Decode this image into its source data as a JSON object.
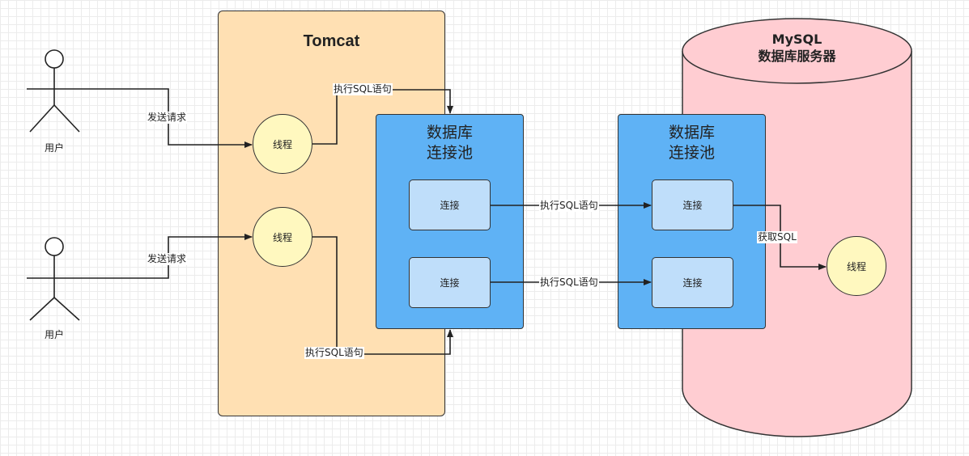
{
  "users": [
    {
      "label": "用户"
    },
    {
      "label": "用户"
    }
  ],
  "tomcat": {
    "title": "Tomcat"
  },
  "threads": [
    {
      "label": "线程"
    },
    {
      "label": "线程"
    },
    {
      "label": "线程"
    }
  ],
  "pools": [
    {
      "title": "数据库\n连接池",
      "connections": [
        "连接",
        "连接"
      ]
    },
    {
      "title": "数据库\n连接池",
      "connections": [
        "连接",
        "连接"
      ]
    }
  ],
  "mysql": {
    "title": "MySQL\n数据库服务器"
  },
  "edges": {
    "send_request_1": "发送请求",
    "send_request_2": "发送请求",
    "exec_sql_top": "执行SQL语句",
    "exec_sql_bottom": "执行SQL语句",
    "exec_sql_mid_1": "执行SQL语句",
    "exec_sql_mid_2": "执行SQL语句",
    "get_sql": "获取SQL"
  },
  "colors": {
    "tomcat_fill": "#ffe0b3",
    "pool_fill": "#5fb2f5",
    "connection_fill": "#bfdefa",
    "thread_fill": "#fff8bf",
    "mysql_fill": "#ffcdd2"
  }
}
